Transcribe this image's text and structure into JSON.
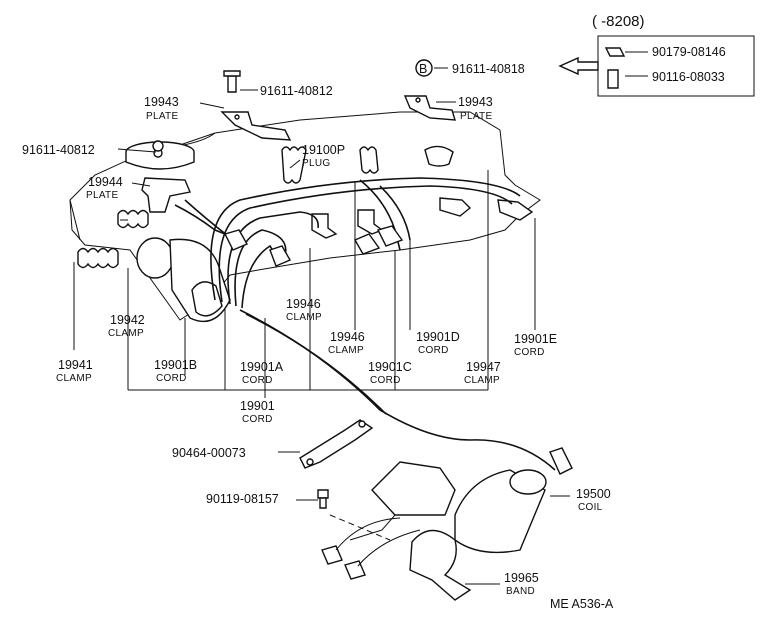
{
  "diagram": {
    "code": "ME A536-A",
    "inset": {
      "range": "(        -8208)",
      "part_a": "90179-08146",
      "part_b": "90116-08033",
      "callout_letter": "B",
      "callout_part": "91611-40818"
    },
    "parts": [
      {
        "id": "p91611a",
        "number": "91611-40812",
        "name": ""
      },
      {
        "id": "p19943l",
        "number": "19943",
        "name": "PLATE"
      },
      {
        "id": "p19943r",
        "number": "19943",
        "name": "PLATE"
      },
      {
        "id": "p91611b",
        "number": "91611-40812",
        "name": ""
      },
      {
        "id": "p19100",
        "number": "19100P",
        "name": "PLUG"
      },
      {
        "id": "p19944",
        "number": "19944",
        "name": "PLATE"
      },
      {
        "id": "p19942",
        "number": "19942",
        "name": "CLAMP"
      },
      {
        "id": "p19946a",
        "number": "19946",
        "name": "CLAMP"
      },
      {
        "id": "p19946b",
        "number": "19946",
        "name": "CLAMP"
      },
      {
        "id": "p19901d",
        "number": "19901D",
        "name": "CORD"
      },
      {
        "id": "p19901e",
        "number": "19901E",
        "name": "CORD"
      },
      {
        "id": "p19941",
        "number": "19941",
        "name": "CLAMP"
      },
      {
        "id": "p19901b",
        "number": "19901B",
        "name": "CORD"
      },
      {
        "id": "p19901a",
        "number": "19901A",
        "name": "CORD"
      },
      {
        "id": "p19901c",
        "number": "19901C",
        "name": "CORD"
      },
      {
        "id": "p19947",
        "number": "19947",
        "name": "CLAMP"
      },
      {
        "id": "p19901",
        "number": "19901",
        "name": "CORD"
      },
      {
        "id": "p90464",
        "number": "90464-00073",
        "name": ""
      },
      {
        "id": "p90119",
        "number": "90119-08157",
        "name": ""
      },
      {
        "id": "p19500",
        "number": "19500",
        "name": "COIL"
      },
      {
        "id": "p19965",
        "number": "19965",
        "name": "BAND"
      }
    ]
  }
}
